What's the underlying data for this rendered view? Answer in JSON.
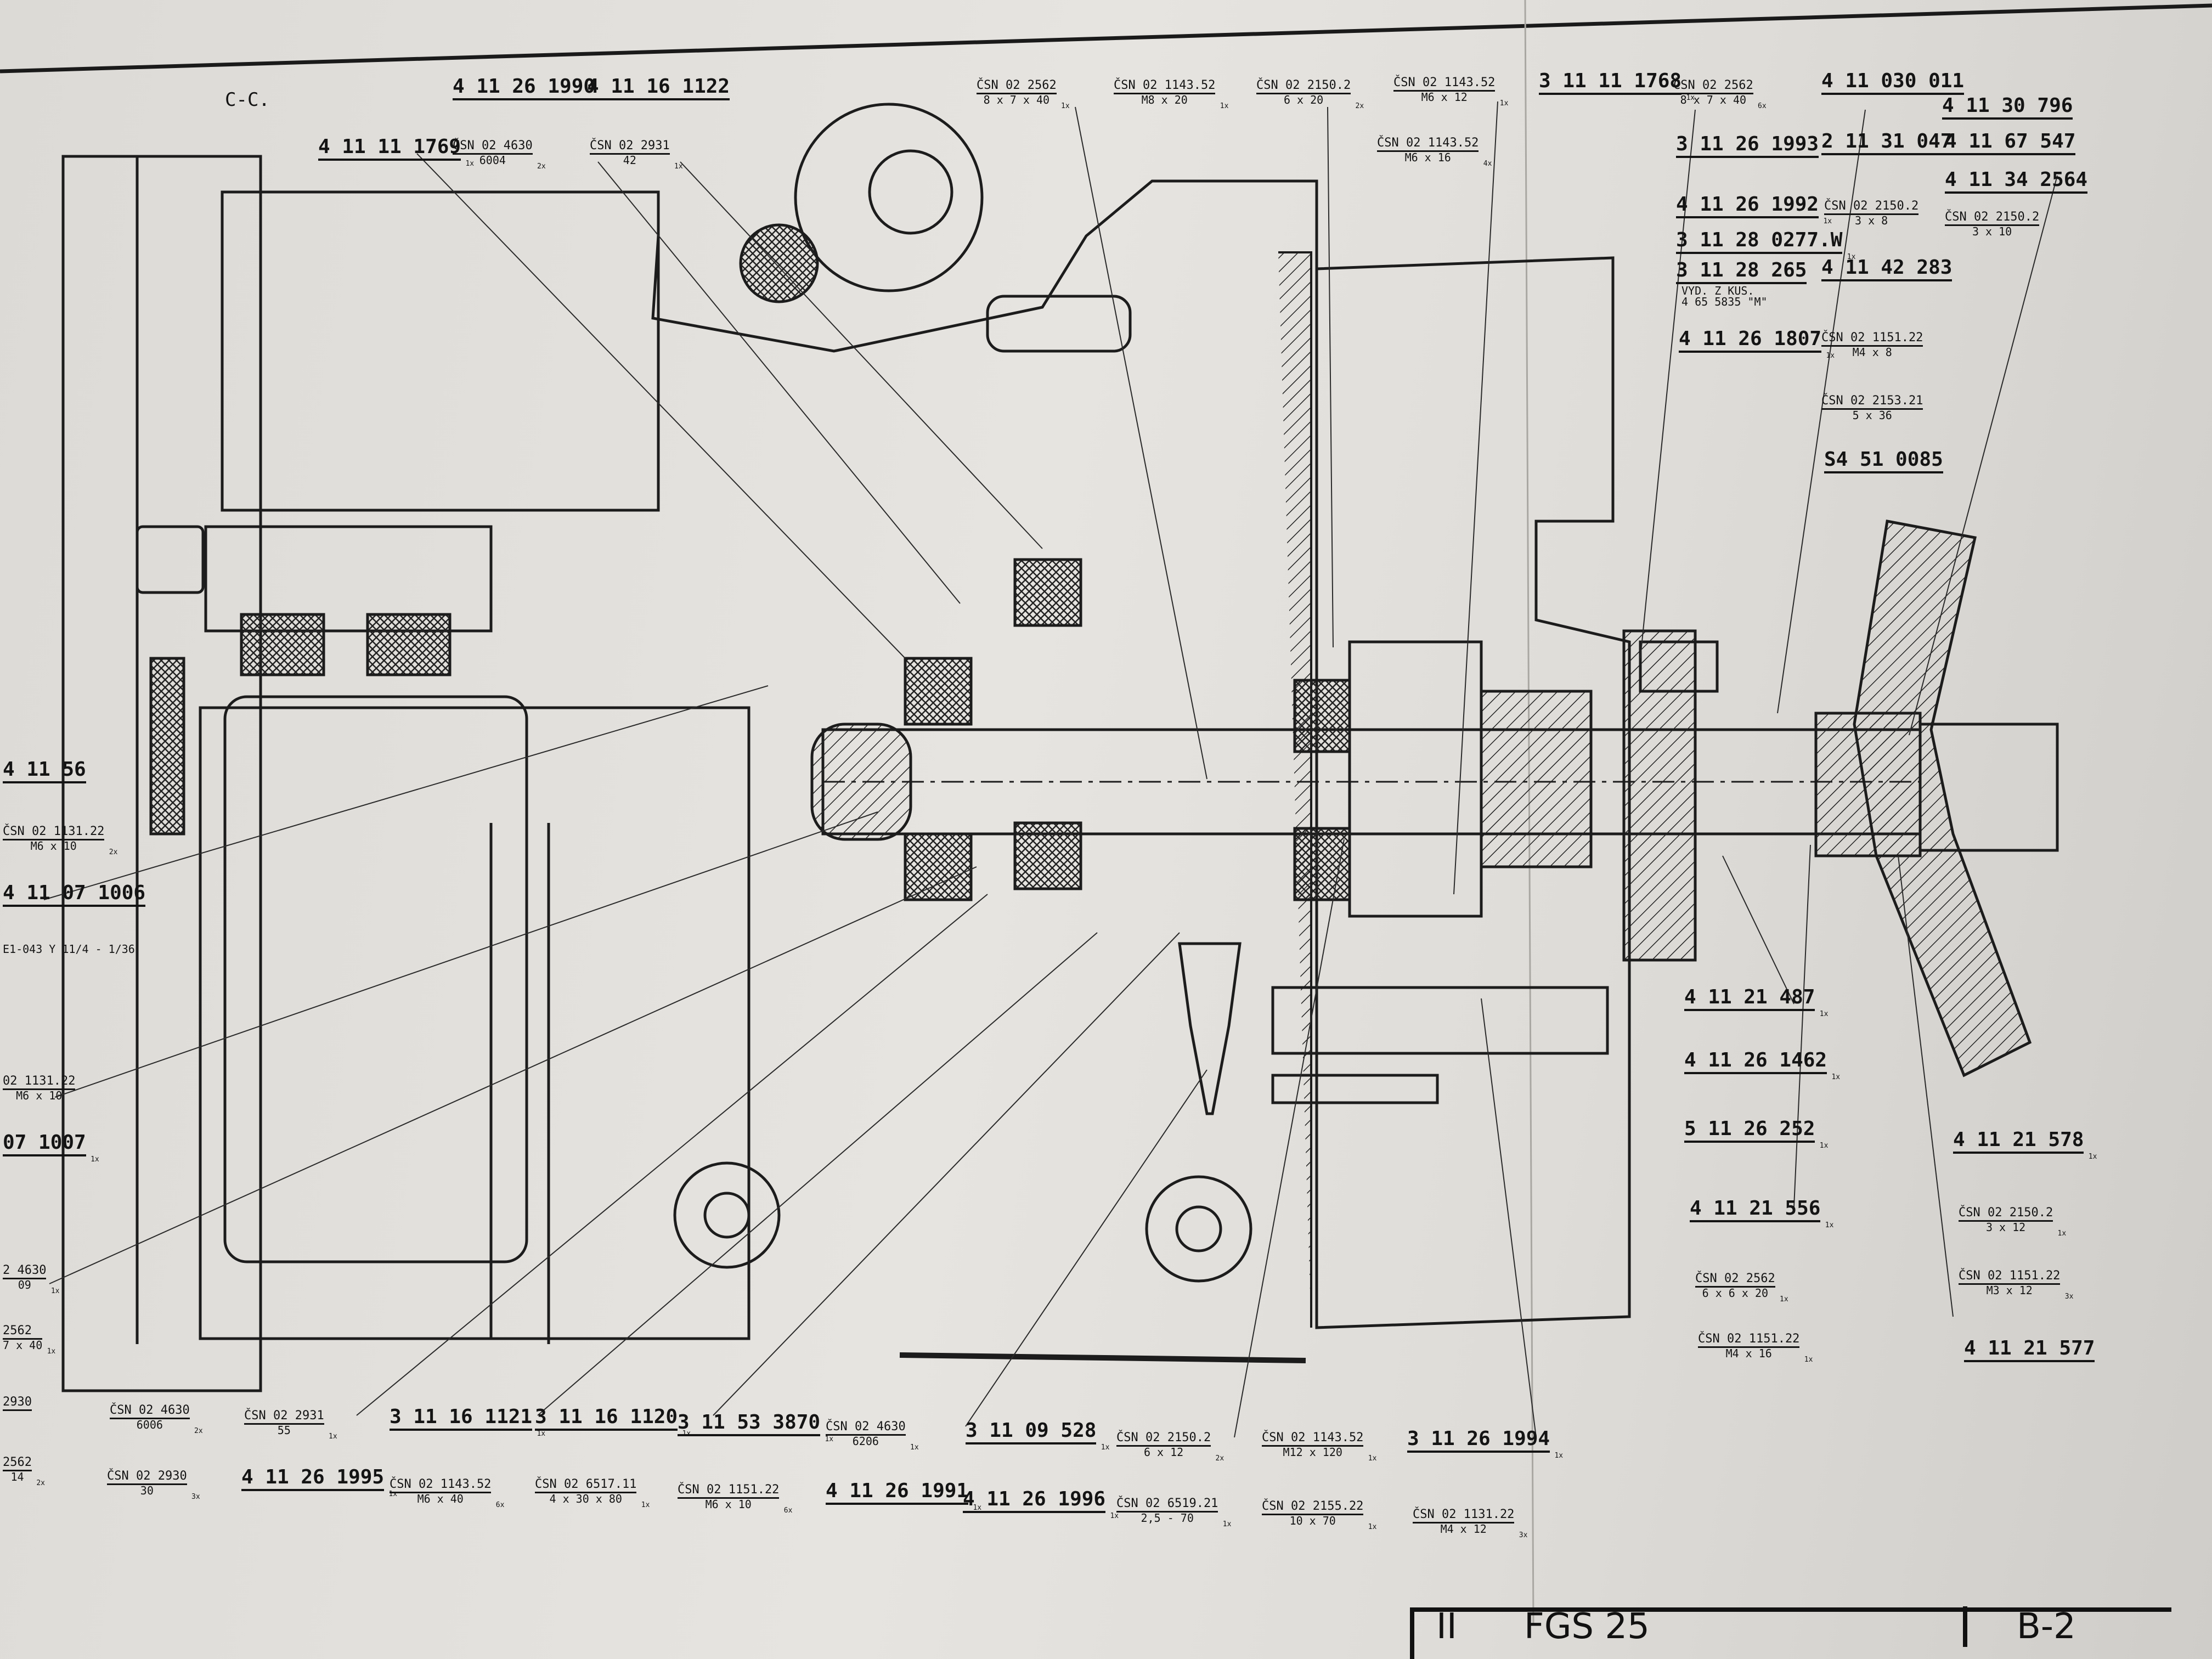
{
  "section_label": "C-C.",
  "title_block": {
    "roman": "II",
    "model": "FGS 25",
    "sheet": "B-2"
  },
  "labels": [
    {
      "id": "l1",
      "text": "4 11 26 1990",
      "kind": "pn"
    },
    {
      "id": "l2",
      "text": "4 11 16 1122",
      "kind": "pn"
    },
    {
      "id": "l3",
      "text": "4 11 11 1769",
      "kind": "pn",
      "qty": "1x"
    },
    {
      "id": "l4",
      "text": "ČSN 02 4630",
      "kind": "csn",
      "sub": "6004",
      "qty": "2x"
    },
    {
      "id": "l5",
      "text": "ČSN 02 2931",
      "kind": "csn",
      "sub": "42",
      "qty": "1x"
    },
    {
      "id": "l6",
      "text": "ČSN 02 2562",
      "kind": "csn",
      "sub": "8 x 7 x 40",
      "qty": "1x"
    },
    {
      "id": "l7",
      "text": "ČSN 02 1143.52",
      "kind": "csn",
      "sub": "M8 x 20",
      "qty": "1x"
    },
    {
      "id": "l8",
      "text": "ČSN 02 2150.2",
      "kind": "csn",
      "sub": "6 x 20",
      "qty": "2x"
    },
    {
      "id": "l9",
      "text": "ČSN 02 1143.52",
      "kind": "csn",
      "sub": "M6 x 12",
      "qty": "1x"
    },
    {
      "id": "l10",
      "text": "ČSN 02 1143.52",
      "kind": "csn",
      "sub": "M6 x 16",
      "qty": "4x"
    },
    {
      "id": "l11",
      "text": "3 11 11 1768",
      "kind": "pn",
      "qty": "1x"
    },
    {
      "id": "l12",
      "text": "ČSN 02 2562",
      "kind": "csn",
      "sub": "8 x 7 x 40",
      "qty": "6x"
    },
    {
      "id": "l13",
      "text": "4 11 030 011",
      "kind": "pn"
    },
    {
      "id": "l14",
      "text": "4 11 30 796",
      "kind": "pn"
    },
    {
      "id": "l15",
      "text": "3 11 26 1993",
      "kind": "pn"
    },
    {
      "id": "l16",
      "text": "2 11 31 047",
      "kind": "pn"
    },
    {
      "id": "l17",
      "text": "4 11 67 547",
      "kind": "pn"
    },
    {
      "id": "l18",
      "text": "4 11 34 2564",
      "kind": "pn"
    },
    {
      "id": "l19",
      "text": "4 11 26 1992",
      "kind": "pn",
      "qty": "1x"
    },
    {
      "id": "l20",
      "text": "ČSN 02 2150.2",
      "kind": "csn",
      "sub": "3 x 8"
    },
    {
      "id": "l21",
      "text": "ČSN 02 2150.2",
      "kind": "csn",
      "sub": "3 x 10"
    },
    {
      "id": "l22",
      "text": "3 11 28 0277.W",
      "kind": "pn",
      "qty": "1x"
    },
    {
      "id": "l23",
      "text": "3 11 28 265",
      "kind": "pn"
    },
    {
      "id": "l24",
      "text": "4 11 42 283",
      "kind": "pn"
    },
    {
      "id": "l25",
      "text": "VYD. Z KUS.",
      "kind": "sub"
    },
    {
      "id": "l26",
      "text": "4 65 5835 \"M\"",
      "kind": "sub"
    },
    {
      "id": "l27",
      "text": "4 11 26 1807",
      "kind": "pn",
      "qty": "1x"
    },
    {
      "id": "l28",
      "text": "ČSN 02 1151.22",
      "kind": "csn",
      "sub": "M4 x 8"
    },
    {
      "id": "l29",
      "text": "ČSN 02 2153.21",
      "kind": "csn",
      "sub": "5 x 36"
    },
    {
      "id": "l30",
      "text": "S4 51 0085",
      "kind": "pn"
    },
    {
      "id": "l31",
      "text": "4 11 56",
      "kind": "pn"
    },
    {
      "id": "l32",
      "text": "ČSN 02 1131.22",
      "kind": "csn",
      "sub": "M6 x 10",
      "qty": "2x"
    },
    {
      "id": "l33",
      "text": "4 11 07 1006",
      "kind": "pn"
    },
    {
      "id": "l34",
      "text": "E1-043 Y 11/4 - 1/36",
      "kind": "sub"
    },
    {
      "id": "l35",
      "text": "02 1131.22",
      "kind": "csn",
      "sub": "M6 x 10"
    },
    {
      "id": "l36",
      "text": "07 1007",
      "kind": "pn",
      "qty": "1x"
    },
    {
      "id": "l37",
      "text": "2 4630",
      "kind": "csn",
      "sub": "09",
      "qty": "1x"
    },
    {
      "id": "l38",
      "text": "2562",
      "kind": "csn",
      "sub": "7 x 40",
      "qty": "1x"
    },
    {
      "id": "l39",
      "text": "2930",
      "kind": "csn"
    },
    {
      "id": "l40",
      "text": "2562",
      "kind": "csn",
      "sub": "14",
      "qty": "2x"
    },
    {
      "id": "l41",
      "text": "4 11 21 487",
      "kind": "pn",
      "qty": "1x"
    },
    {
      "id": "l42",
      "text": "4 11 26 1462",
      "kind": "pn",
      "qty": "1x"
    },
    {
      "id": "l43",
      "text": "5 11 26 252",
      "kind": "pn",
      "qty": "1x"
    },
    {
      "id": "l44",
      "text": "4 11 21 578",
      "kind": "pn",
      "qty": "1x"
    },
    {
      "id": "l45",
      "text": "4 11 21 556",
      "kind": "pn",
      "qty": "1x"
    },
    {
      "id": "l46",
      "text": "ČSN 02 2150.2",
      "kind": "csn",
      "sub": "3 x 12",
      "qty": "1x"
    },
    {
      "id": "l47",
      "text": "ČSN 02 2562",
      "kind": "csn",
      "sub": "6 x 6 x 20",
      "qty": "1x"
    },
    {
      "id": "l48",
      "text": "ČSN 02 1151.22",
      "kind": "csn",
      "sub": "M3 x 12",
      "qty": "3x"
    },
    {
      "id": "l49",
      "text": "ČSN 02 1151.22",
      "kind": "csn",
      "sub": "M4 x 16",
      "qty": "1x"
    },
    {
      "id": "l50",
      "text": "4 11 21 577",
      "kind": "pn"
    },
    {
      "id": "l51",
      "text": "ČSN 02 4630",
      "kind": "csn",
      "sub": "6006",
      "qty": "2x"
    },
    {
      "id": "l52",
      "text": "ČSN 02 2931",
      "kind": "csn",
      "sub": "55",
      "qty": "1x"
    },
    {
      "id": "l53",
      "text": "3 11 16 1121",
      "kind": "pn",
      "qty": "1x"
    },
    {
      "id": "l54",
      "text": "3 11 16 1120",
      "kind": "pn",
      "qty": "1x"
    },
    {
      "id": "l55",
      "text": "3 11 53 3870",
      "kind": "pn",
      "qty": "1x"
    },
    {
      "id": "l56",
      "text": "ČSN 02 4630",
      "kind": "csn",
      "sub": "6206",
      "qty": "1x"
    },
    {
      "id": "l57",
      "text": "3 11 09 528",
      "kind": "pn",
      "qty": "1x"
    },
    {
      "id": "l58",
      "text": "ČSN 02 2150.2",
      "kind": "csn",
      "sub": "6 x 12",
      "qty": "2x"
    },
    {
      "id": "l59",
      "text": "ČSN 02 1143.52",
      "kind": "csn",
      "sub": "M12 x 120",
      "qty": "1x"
    },
    {
      "id": "l60",
      "text": "3 11 26 1994",
      "kind": "pn",
      "qty": "1x"
    },
    {
      "id": "l61",
      "text": "ČSN 02 2930",
      "kind": "csn",
      "sub": "30",
      "qty": "3x"
    },
    {
      "id": "l62",
      "text": "4 11 26 1995",
      "kind": "pn",
      "qty": "1x"
    },
    {
      "id": "l63",
      "text": "ČSN 02 1143.52",
      "kind": "csn",
      "sub": "M6 x 40",
      "qty": "6x"
    },
    {
      "id": "l64",
      "text": "ČSN 02 6517.11",
      "kind": "csn",
      "sub": "4 x 30 x 80",
      "qty": "1x"
    },
    {
      "id": "l65",
      "text": "ČSN 02 1151.22",
      "kind": "csn",
      "sub": "M6 x 10",
      "qty": "6x"
    },
    {
      "id": "l66",
      "text": "4 11 26 1991",
      "kind": "pn",
      "qty": "1x"
    },
    {
      "id": "l67",
      "text": "4 11 26 1996",
      "kind": "pn",
      "qty": "1x"
    },
    {
      "id": "l68",
      "text": "ČSN 02 6519.21",
      "kind": "csn",
      "sub": "2,5 - 70",
      "qty": "1x"
    },
    {
      "id": "l69",
      "text": "ČSN 02 2155.22",
      "kind": "csn",
      "sub": "10 x 70",
      "qty": "1x"
    },
    {
      "id": "l70",
      "text": "ČSN 02 1131.22",
      "kind": "csn",
      "sub": "M4 x 12",
      "qty": "3x"
    }
  ]
}
